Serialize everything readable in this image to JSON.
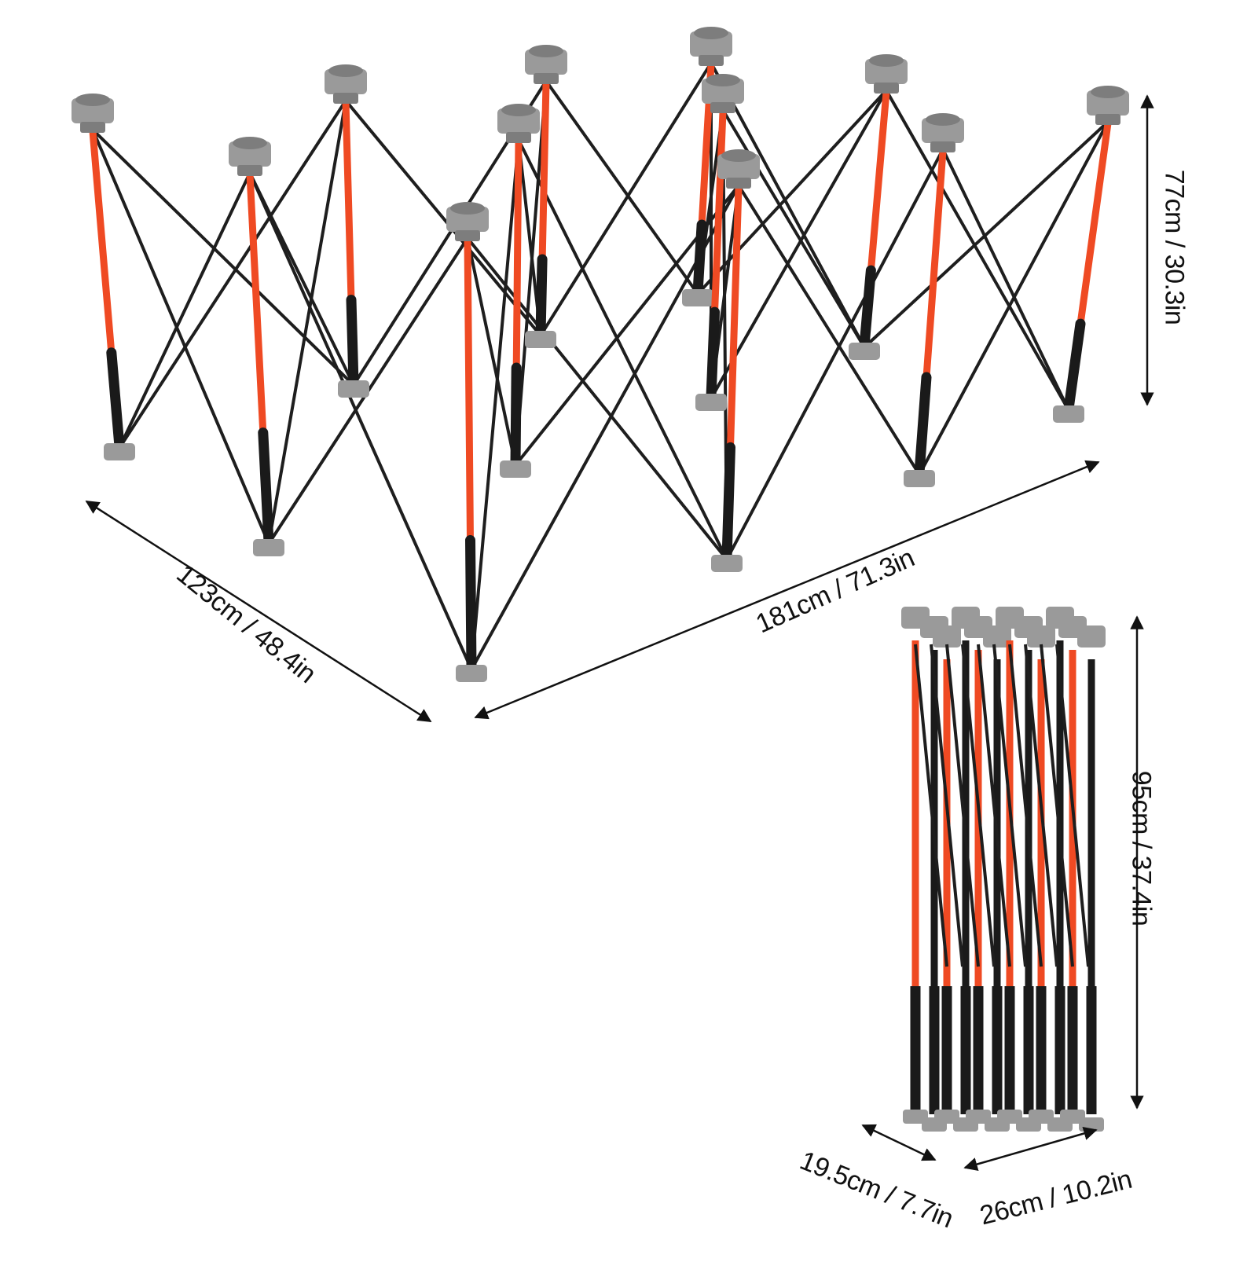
{
  "dimensions": {
    "depth": "123cm / 48.4in",
    "length": "181cm / 71.3in",
    "height": "77cm / 30.3in",
    "folded_height": "95cm / 37.4in",
    "folded_depth": "19.5cm / 7.7in",
    "folded_width": "26cm / 10.2in"
  },
  "colors": {
    "leg_upper": "#ef4a23",
    "leg_lower": "#1a1a1a",
    "brace": "#1e1e1e",
    "cap": "#9a9a9a",
    "cap_dark": "#7d7d7d",
    "arrow": "#111111"
  }
}
